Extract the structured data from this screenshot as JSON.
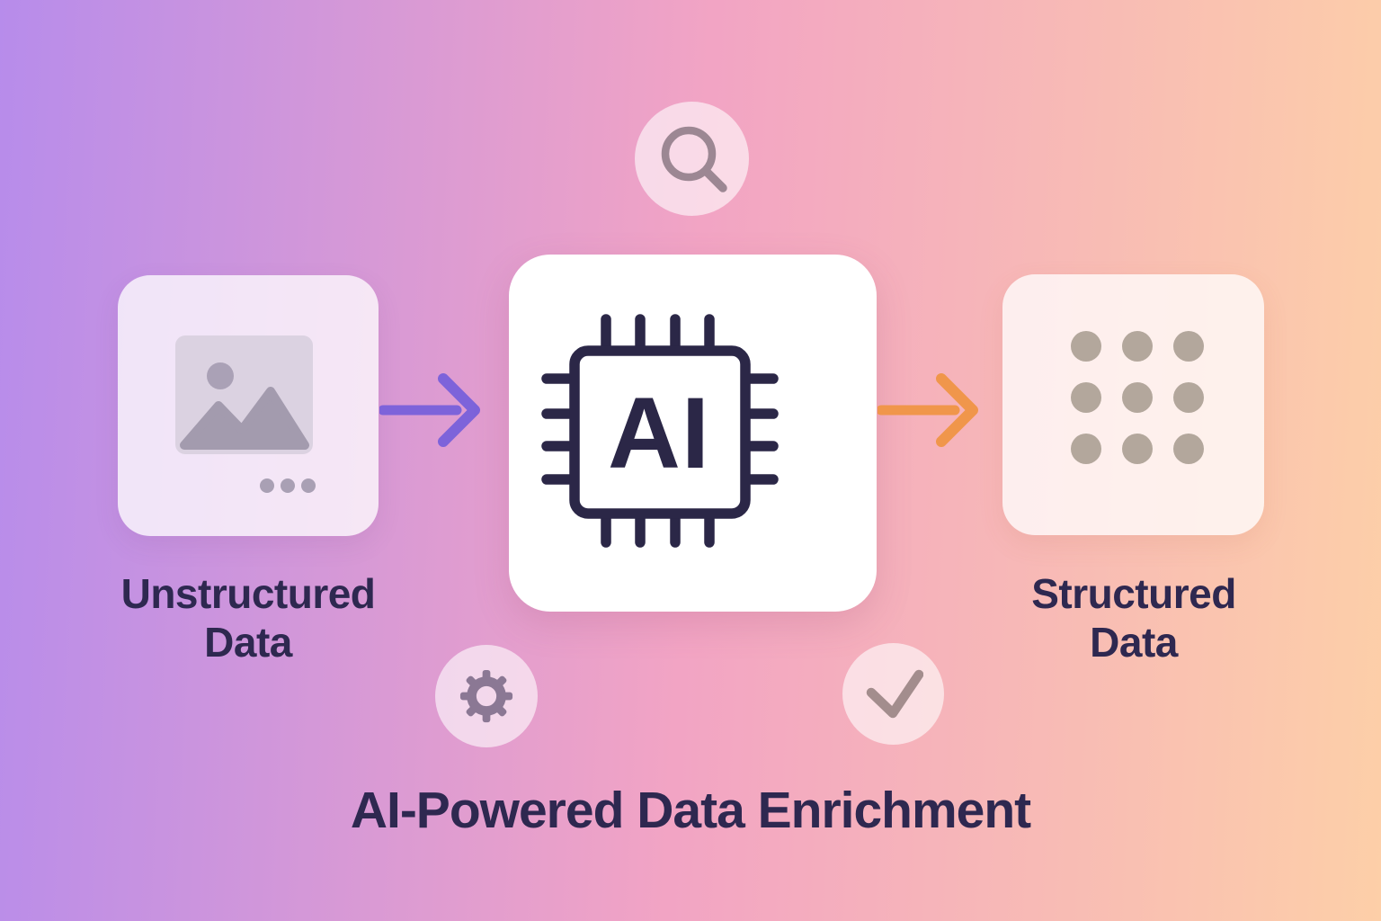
{
  "title": "AI-Powered Data Enrichment",
  "nodes": {
    "unstructured": {
      "line1": "Unstructured",
      "line2": "Data",
      "icon": "image-placeholder-icon"
    },
    "ai": {
      "chip_label": "AI",
      "icon": "ai-chip-icon"
    },
    "structured": {
      "line1": "Structured",
      "line2": "Data",
      "icon": "grid-dots-icon"
    }
  },
  "arrows": [
    {
      "from": "unstructured",
      "to": "ai",
      "direction": "right",
      "color": "#7d63da"
    },
    {
      "from": "ai",
      "to": "structured",
      "direction": "right",
      "color": "#f0964b"
    }
  ],
  "decorations": [
    {
      "position": "top-center",
      "icon": "search-icon"
    },
    {
      "position": "bottom-left",
      "icon": "gear-icon"
    },
    {
      "position": "bottom-right",
      "icon": "check-icon"
    }
  ],
  "colors": {
    "bg_left": "#b78ceb",
    "bg_mid": "#f2a4c4",
    "bg_right": "#fdcfa8",
    "text_dark": "#2e2850",
    "chip_ink": "#2b2747",
    "arrow_left": "#7d63da",
    "arrow_right": "#f0964b",
    "icon_mauve": "#9c8793",
    "gear_ink": "#8b7894",
    "check_ink": "#a38d8d",
    "placeholder_fill": "#dbd2e1",
    "placeholder_detail": "#a39bae",
    "placeholder_sun": "#aaa1b6",
    "dots_gray": "#a9a0b4",
    "dots_taupe": "#b3a79c",
    "box_tint": "rgba(255,255,255,0.76)",
    "circle_tint": "rgba(255,255,255,0.60)",
    "center_box": "#ffffff"
  }
}
